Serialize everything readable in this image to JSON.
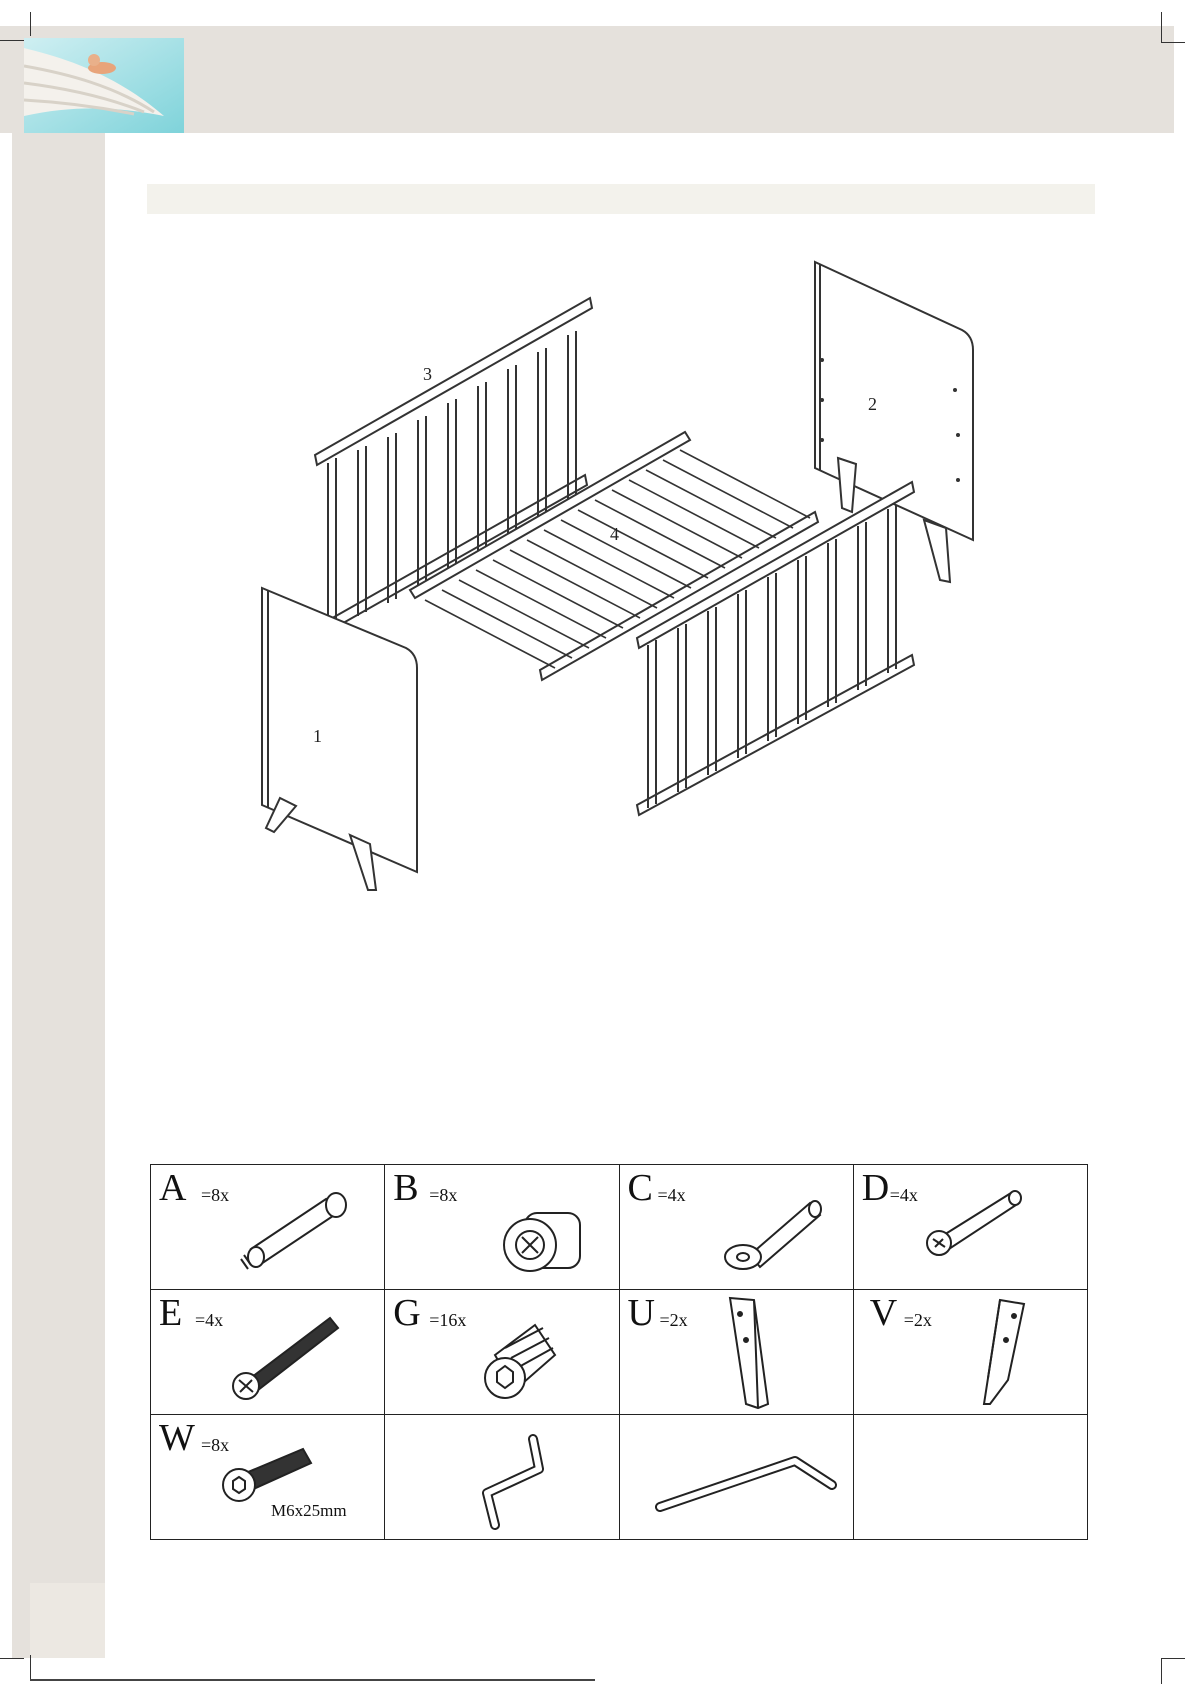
{
  "diagram": {
    "labels": {
      "side_rail_back": "3",
      "end_panel_back": "2",
      "mattress_base": "4",
      "end_panel_front": "1"
    }
  },
  "parts": [
    {
      "letter": "A",
      "count": "=8x",
      "icon": "cam-bolt-icon"
    },
    {
      "letter": "B",
      "count": "=8x",
      "icon": "cam-lock-nut-icon"
    },
    {
      "letter": "C",
      "count": "=4x",
      "icon": "dowel-pin-icon"
    },
    {
      "letter": "D",
      "count": "=4x",
      "icon": "round-head-pin-icon"
    },
    {
      "letter": "E",
      "count": "=4x",
      "icon": "long-bolt-icon"
    },
    {
      "letter": "G",
      "count": "=16x",
      "icon": "threaded-insert-icon"
    },
    {
      "letter": "U",
      "count": "=2x",
      "icon": "leg-bracket-icon"
    },
    {
      "letter": "V",
      "count": "=2x",
      "icon": "leg-bracket-icon"
    },
    {
      "letter": "W",
      "count": "=8x",
      "icon": "hex-socket-bolt-icon",
      "spec": "M6x25mm"
    },
    {
      "icon": "allen-key-crank-icon"
    },
    {
      "icon": "allen-key-icon"
    },
    {
      "icon": "empty-cell"
    }
  ]
}
